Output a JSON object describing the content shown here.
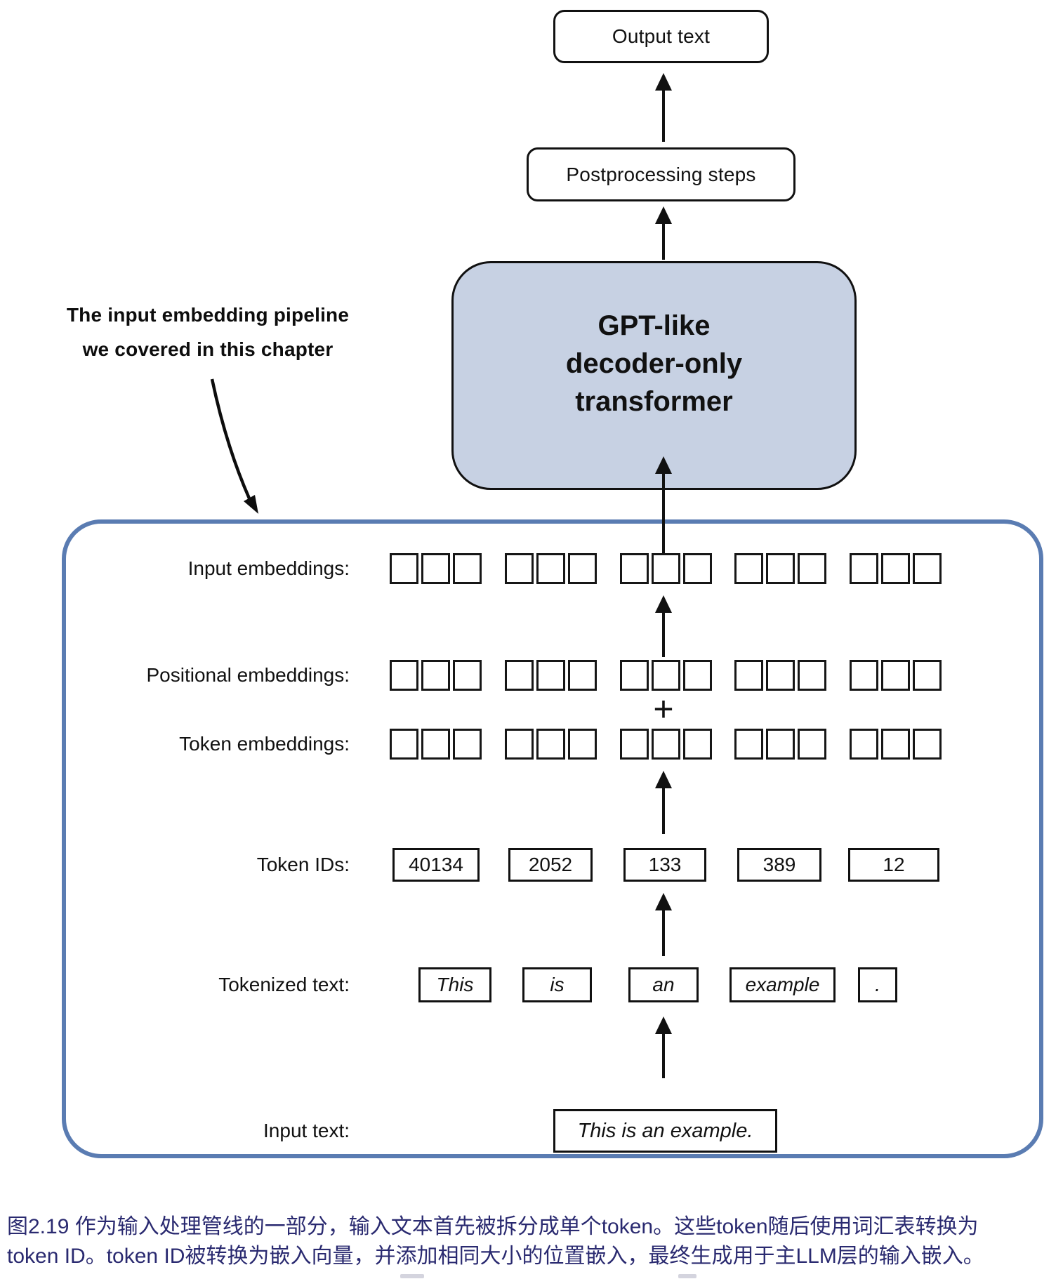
{
  "title_boxes": {
    "output_text": "Output text",
    "postprocessing": "Postprocessing steps",
    "transformer_lines": [
      "GPT-like",
      "decoder-only",
      "transformer"
    ]
  },
  "annotation": {
    "line1": "The input embedding pipeline",
    "line2": "we covered in this chapter"
  },
  "pipeline": {
    "labels": {
      "input_embeddings": "Input embeddings:",
      "positional_embeddings": "Positional embeddings:",
      "token_embeddings": "Token embeddings:",
      "token_ids": "Token IDs:",
      "tokenized_text": "Tokenized text:",
      "input_text": "Input text:"
    },
    "plus": "+",
    "token_ids": [
      "40134",
      "2052",
      "133",
      "389",
      "12"
    ],
    "tokens": [
      "This",
      "is",
      "an",
      "example",
      "."
    ],
    "input_text_value": "This is an example."
  },
  "caption": {
    "line1": "图2.19 作为输入处理管线的一部分，输入文本首先被拆分成单个token。这些token随后使用词汇表转换为",
    "line2": "token ID。token ID被转换为嵌入向量，并添加相同大小的位置嵌入，最终生成用于主LLM层的输入嵌入。"
  },
  "colors": {
    "transformer_fill": "#c7d1e3",
    "container_border": "#5a7cb2",
    "caption_text": "#2a2a70"
  }
}
